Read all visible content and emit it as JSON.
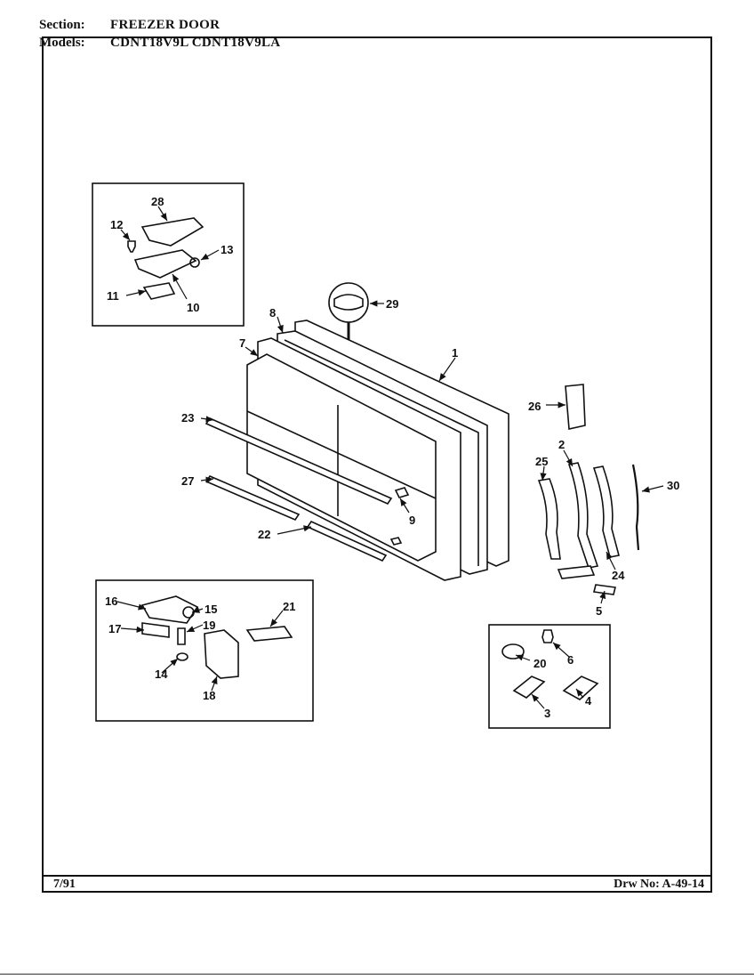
{
  "header": {
    "section_label": "Section:",
    "section_value": "FREEZER DOOR",
    "models_label": "Models:",
    "models_value": "CDNT18V9L  CDNT18V9LA"
  },
  "footer": {
    "date_code": "7/91",
    "drawing_number": "Drw No: A-49-14"
  },
  "callouts": {
    "p1": "1",
    "p2": "2",
    "p3": "3",
    "p4": "4",
    "p5": "5",
    "p6": "6",
    "p7": "7",
    "p8": "8",
    "p9": "9",
    "p10": "10",
    "p11": "11",
    "p12": "12",
    "p13": "13",
    "p14": "14",
    "p15": "15",
    "p16": "16",
    "p17": "17",
    "p18": "18",
    "p19": "19",
    "p20": "20",
    "p21": "21",
    "p22": "22",
    "p23": "23",
    "p24": "24",
    "p25": "25",
    "p26": "26",
    "p27": "27",
    "p28": "28",
    "p29": "29",
    "p30": "30"
  }
}
